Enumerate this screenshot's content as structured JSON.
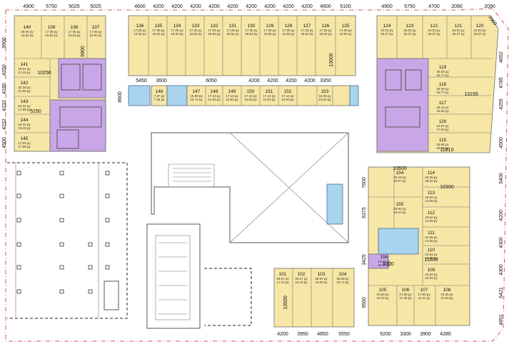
{
  "units": [
    {
      "id": "140",
      "a": "28.90 py",
      "b": "34.82 py"
    },
    {
      "id": "139",
      "a": "17.05 py",
      "b": "18.82 py"
    },
    {
      "id": "138",
      "a": "17.05 py",
      "b": "18.82 py"
    },
    {
      "id": "137",
      "a": "17.05 py",
      "b": "18.82 py"
    },
    {
      "id": "136",
      "a": "17.05 py",
      "b": "18.82 py"
    },
    {
      "id": "135",
      "a": "17.05 py",
      "b": "18.82 py"
    },
    {
      "id": "134",
      "a": "17.05 py",
      "b": "18.82 py"
    },
    {
      "id": "133",
      "a": "17.05 py",
      "b": "18.82 py"
    },
    {
      "id": "132",
      "a": "17.05 py",
      "b": "18.82 py"
    },
    {
      "id": "131",
      "a": "17.05 py",
      "b": "18.82 py"
    },
    {
      "id": "130",
      "a": "17.05 py",
      "b": "18.82 py"
    },
    {
      "id": "129",
      "a": "17.05 py",
      "b": "18.82 py"
    },
    {
      "id": "128",
      "a": "17.05 py",
      "b": "18.82 py"
    },
    {
      "id": "127",
      "a": "17.05 py",
      "b": "18.82 py"
    },
    {
      "id": "126",
      "a": "17.05 py",
      "b": "18.82 py"
    },
    {
      "id": "125",
      "a": "17.05 py",
      "b": "18.82 py"
    },
    {
      "id": "124",
      "a": "23.03 py",
      "b": "25.07 py"
    },
    {
      "id": "123",
      "a": "23.03 py",
      "b": "25.07 py"
    },
    {
      "id": "122",
      "a": "23.03 py",
      "b": "25.07 py"
    },
    {
      "id": "121",
      "a": "23.03 py",
      "b": "25.07 py"
    },
    {
      "id": "120",
      "a": "23.03 py",
      "b": "25.07 py"
    },
    {
      "id": "141",
      "a": "18.51 py",
      "b": "21.15 py"
    },
    {
      "id": "142",
      "a": "20.30 py",
      "b": "21.96 py"
    },
    {
      "id": "143",
      "a": "16.34 py",
      "b": "17.98 py"
    },
    {
      "id": "144",
      "a": "16.34 py",
      "b": "16.43 py"
    },
    {
      "id": "145",
      "a": "17.00 py",
      "b": "17.66 py"
    },
    {
      "id": "146",
      "a": "7.37 py",
      "b": "7.28 py"
    },
    {
      "id": "147",
      "a": "15.09 py",
      "b": "15.74 py"
    },
    {
      "id": "148",
      "a": "17.12 py",
      "b": "10.93 py"
    },
    {
      "id": "149",
      "a": "17.12 py",
      "b": "10.93 py"
    },
    {
      "id": "150",
      "a": "17.12 py",
      "b": "10.93 py"
    },
    {
      "id": "151",
      "a": "17.12 py",
      "b": "10.93 py"
    },
    {
      "id": "152",
      "a": "17.12 py",
      "b": "10.93 py"
    },
    {
      "id": "153",
      "a": "15.09 py",
      "b": "10.63 py"
    },
    {
      "id": "119",
      "a": "30.28 py",
      "b": "32.77 py"
    },
    {
      "id": "118",
      "a": "30.28 py",
      "b": "32.77 py"
    },
    {
      "id": "117",
      "a": "26.14 py",
      "b": "16.69 py"
    },
    {
      "id": "116",
      "a": "24.87 py",
      "b": "17.93 py"
    },
    {
      "id": "115",
      "a": "25.68 py",
      "b": "26.93 py"
    },
    {
      "id": "154",
      "a": "29.16 py",
      "b": "25.07 py"
    },
    {
      "id": "114",
      "a": "20.36 py",
      "b": "28.32 py"
    },
    {
      "id": "113",
      "a": "20.52 py",
      "b": "13.09 py"
    },
    {
      "id": "155",
      "a": "20.83 py",
      "b": "20.44 py"
    },
    {
      "id": "112",
      "a": "20.52 py",
      "b": "13.09 py"
    },
    {
      "id": "111",
      "a": "22.85 py",
      "b": "14.59 py"
    },
    {
      "id": "110",
      "a": "23.64 py",
      "b": "15.08 py"
    },
    {
      "id": "156",
      "a": "15.09 py",
      "b": "15.07 py"
    },
    {
      "id": "109",
      "a": "24.64 py",
      "b": "23.64 py"
    },
    {
      "id": "108",
      "a": "33.35 py",
      "b": "21.29 py"
    },
    {
      "id": "101",
      "a": "26.87 py",
      "b": "17.15 py"
    },
    {
      "id": "102",
      "a": "25.27 py",
      "b": "16.13 py"
    },
    {
      "id": "103",
      "a": "29.87 py",
      "b": "19.06 py"
    },
    {
      "id": "104",
      "a": "35.59 py",
      "b": "22.72 py"
    },
    {
      "id": "105",
      "a": "23.80 py",
      "b": "19.19 py"
    },
    {
      "id": "106",
      "a": "17.80 py",
      "b": "11.36 py"
    },
    {
      "id": "107",
      "a": "17.89 py",
      "b": "11.41 py"
    }
  ],
  "dimensions": {
    "top": [
      "4900",
      "5750",
      "5025",
      "5025",
      "4600",
      "4200",
      "4200",
      "4200",
      "4200",
      "4200",
      "4200",
      "4200",
      "4200",
      "4200",
      "4600",
      "5100",
      "4900",
      "5750",
      "4700",
      "2090"
    ],
    "top_right_diag": "7060",
    "left": [
      "9900",
      "4250",
      "4185",
      "4232",
      "4232",
      "4500"
    ],
    "left_inner": [
      "9900",
      "10250",
      "5150"
    ],
    "mid_row": [
      "5450",
      "3600",
      "6050",
      "4200",
      "4200",
      "4200",
      "4200",
      "3350"
    ],
    "mid_left_vertical": "8600",
    "center_right": [
      "13000",
      "13155",
      "11810",
      "10600",
      "10300"
    ],
    "right": [
      "4652",
      "4785",
      "4255",
      "4500",
      "5400",
      "4200",
      "4300",
      "4300",
      "6421",
      "4851"
    ],
    "right_inner": [
      "7600",
      "6375",
      "3425",
      "11600",
      "9300",
      "9550",
      "13500"
    ],
    "bottom": [
      "4200",
      "3950",
      "4850",
      "5550",
      "5200",
      "3300",
      "3900",
      "4280"
    ]
  }
}
